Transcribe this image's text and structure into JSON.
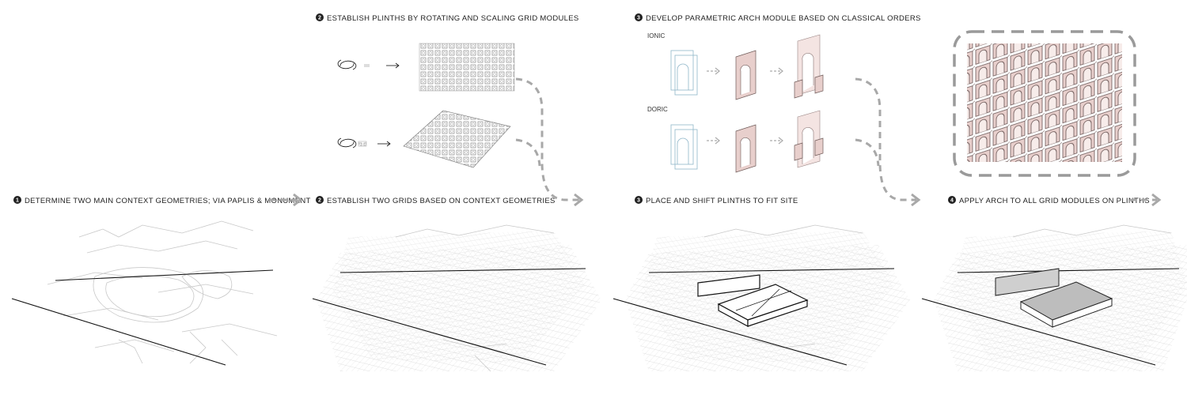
{
  "steps": {
    "s1": {
      "num": "1",
      "text": "DETERMINE TWO MAIN CONTEXT GEOMETRIES; VIA PAPLIS & MONUMENT"
    },
    "s2a": {
      "num": "2",
      "text": "ESTABLISH PLINTHS BY ROTATING AND SCALING GRID MODULES"
    },
    "s2b": {
      "num": "2",
      "text": "ESTABLISH TWO GRIDS BASED ON CONTEXT GEOMETRIES"
    },
    "s3a": {
      "num": "3",
      "text": "DEVELOP PARAMETRIC ARCH MODULE BASED ON CLASSICAL ORDERS"
    },
    "s3b": {
      "num": "3",
      "text": "PLACE AND SHIFT PLINTHS TO FIT SITE"
    },
    "s4": {
      "num": "4",
      "text": "APPLY ARCH TO ALL GRID MODULES ON PLINTHS"
    }
  },
  "orders": {
    "ionic": "IONIC",
    "doric": "DORIC"
  },
  "colors": {
    "text": "#222222",
    "arrow": "#a8a8a8",
    "arch_fill": "#e8cfcc",
    "outline_blue": "#8fb6c9",
    "grid": "#cfcfcf"
  }
}
